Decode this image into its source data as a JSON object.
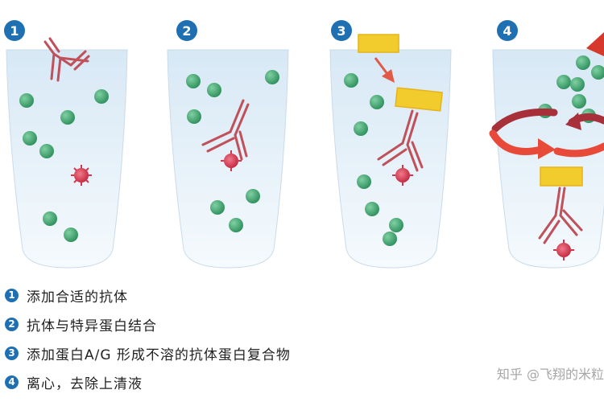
{
  "steps": [
    {
      "number": "1"
    },
    {
      "number": "2"
    },
    {
      "number": "3"
    },
    {
      "number": "4"
    }
  ],
  "legend": [
    {
      "number": "1",
      "text": "添加合适的抗体"
    },
    {
      "number": "2",
      "text": "抗体与特异蛋白结合"
    },
    {
      "number": "3",
      "text": "添加蛋白A/G 形成不溶的抗体蛋白复合物"
    },
    {
      "number": "4",
      "text": "离心，去除上清液"
    }
  ],
  "watermark": "知乎 @飞翔的米粒",
  "colors": {
    "tube_top": "#dceaf6",
    "tube_bottom": "#f4f9fd",
    "step_badge": "#1f6fb3",
    "antibody": "#c0505a",
    "protein_bead": "#3aa06a",
    "target_protein": "#d8334a",
    "protein_ag": "#f2cb2c",
    "arrow": "#e05a45",
    "rotation_arrow": "#d6392c"
  },
  "icons": [
    "tube",
    "antibody",
    "protein-bead",
    "target-protein",
    "protein-ag-block",
    "rotation-arrow"
  ]
}
